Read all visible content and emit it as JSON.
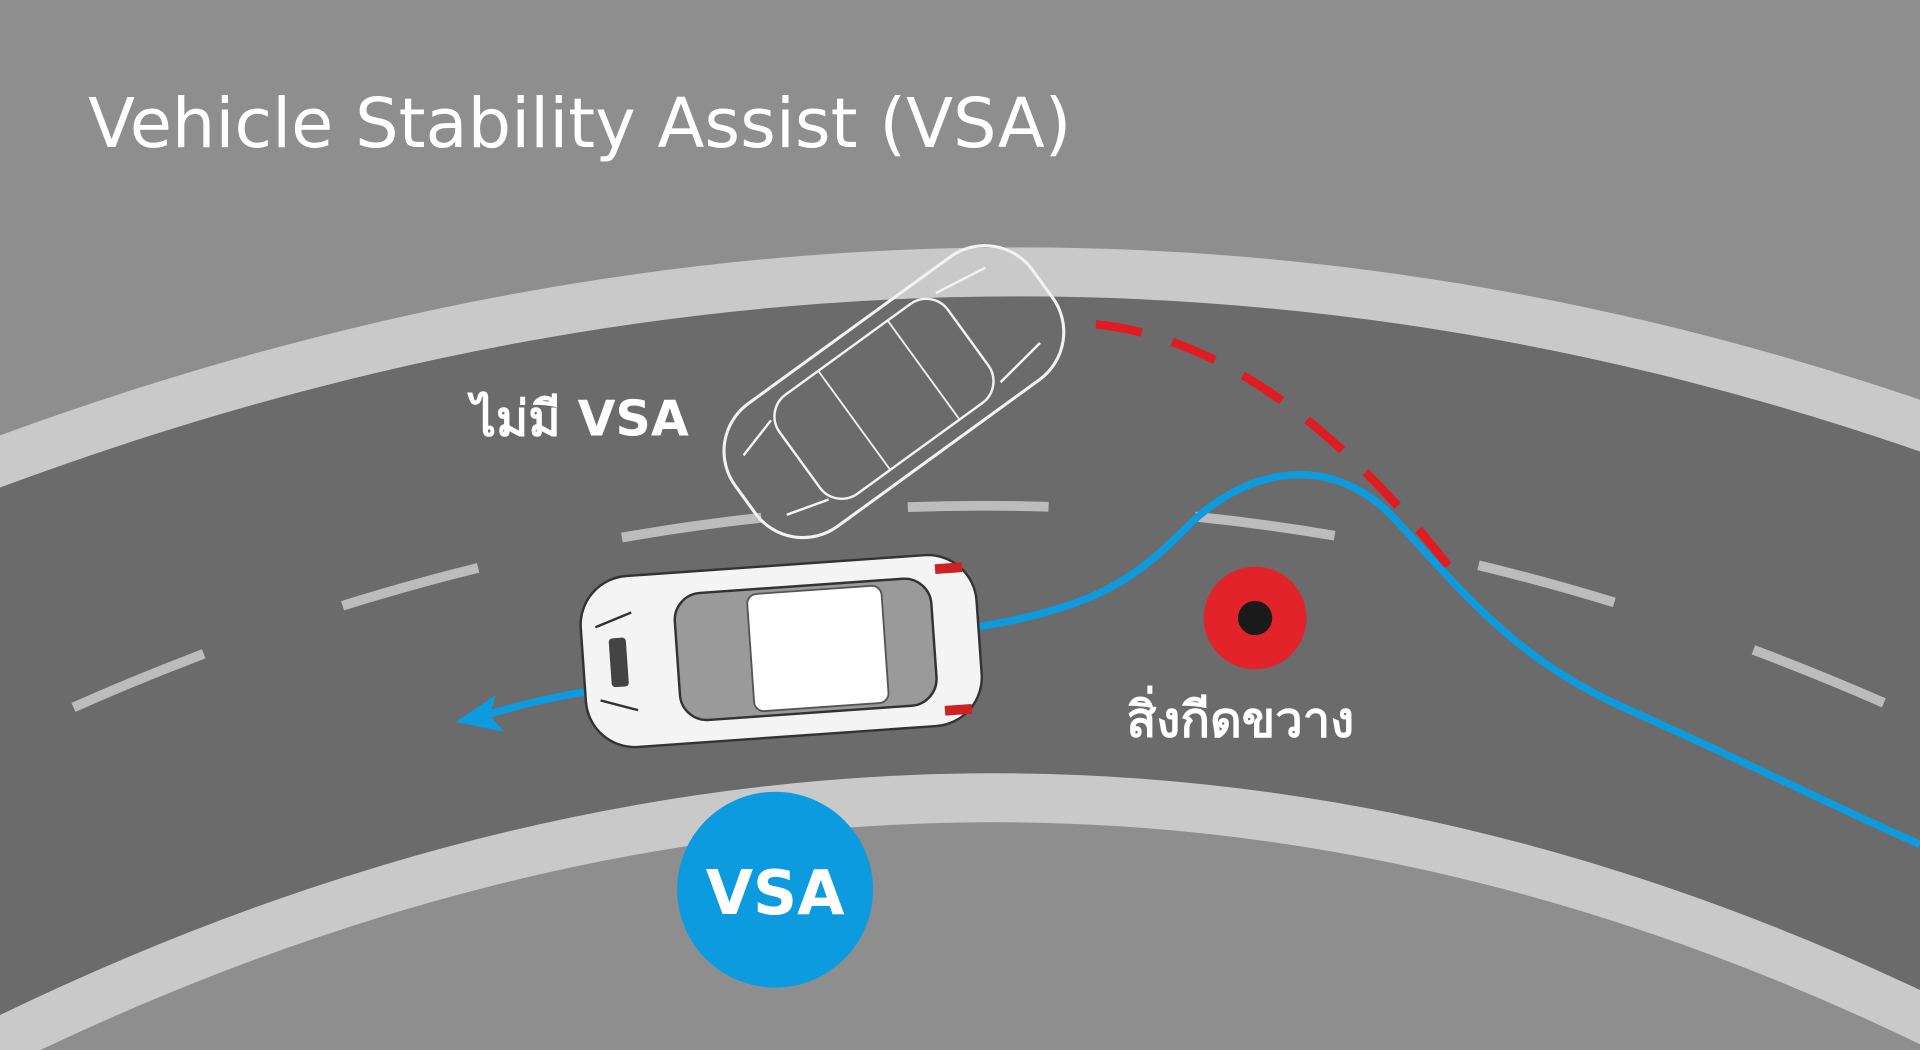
{
  "title": "Vehicle Stability Assist (VSA)",
  "labels": {
    "without_vsa": "ไม่มี VSA",
    "obstacle": "สิ่งกีดขวาง",
    "vsa_badge": "VSA"
  },
  "colors": {
    "background": "#8e8e8e",
    "road": "#6b6b6b",
    "road_edge": "#c9c9c9",
    "lane_marking": "#bcbcbc",
    "vsa_path": "#0d9be0",
    "no_vsa_path": "#e01b22",
    "obstacle": "#e3232a"
  },
  "icons": {
    "obstacle": "obstacle-marker-icon",
    "car_with_vsa": "car-icon",
    "car_without_vsa": "car-outline-icon"
  }
}
